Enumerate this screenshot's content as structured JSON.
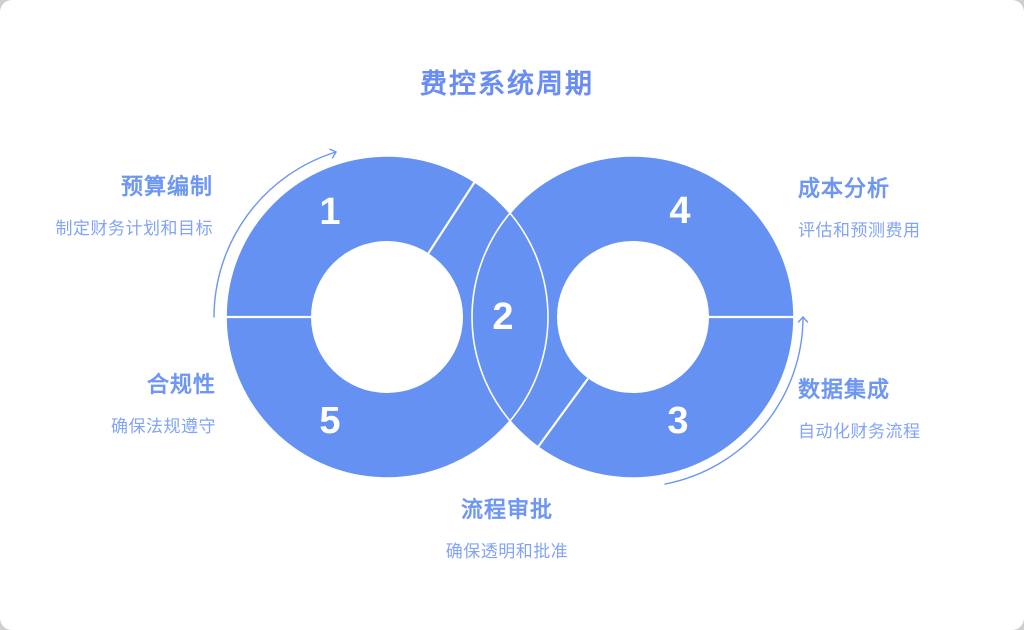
{
  "title": "费控系统周期",
  "colors": {
    "ring": "#6491F2",
    "title": "#698CF5",
    "label": "#6E96F5",
    "description": "#82A3F7",
    "arrow": "#6C96F3",
    "number": "#FFFFFF"
  },
  "steps": [
    {
      "number": "1",
      "label": "预算编制",
      "description": "制定财务计划和目标"
    },
    {
      "number": "2",
      "label": "流程审批",
      "description": "确保透明和批准"
    },
    {
      "number": "3",
      "label": "数据集成",
      "description": "自动化财务流程"
    },
    {
      "number": "4",
      "label": "成本分析",
      "description": "评估和预测费用"
    },
    {
      "number": "5",
      "label": "合规性",
      "description": "确保法规遵守"
    }
  ]
}
